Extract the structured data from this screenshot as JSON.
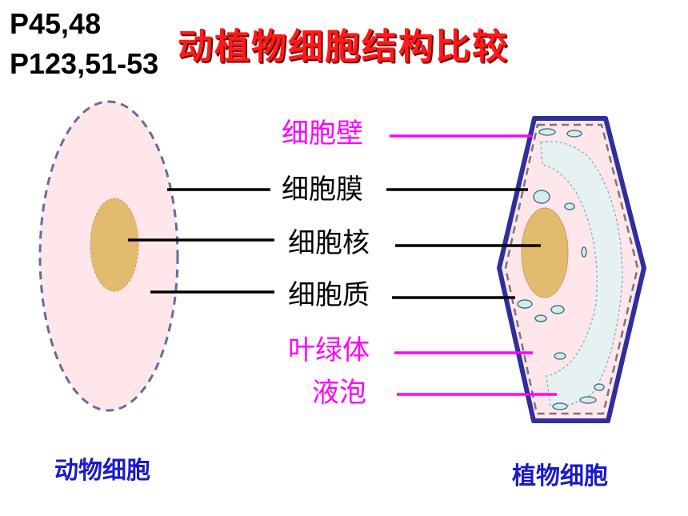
{
  "page_refs": [
    "P45,48",
    "P123,51-53"
  ],
  "title": "动植物细胞结构比较",
  "labels": {
    "cell_wall": "细胞壁",
    "cell_membrane": "细胞膜",
    "nucleus": "细胞核",
    "cytoplasm": "细胞质",
    "chloroplast": "叶绿体",
    "vacuole": "液泡"
  },
  "captions": {
    "animal_cell": "动物细胞",
    "plant_cell": "植物细胞"
  },
  "colors": {
    "title": "#ff1a1a",
    "plant_only_labels": "#ff00ff",
    "shared_labels": "#000000",
    "captions": "#1a1ac8",
    "cytoplasm_fill": "#ffe6ea",
    "nucleus_fill": "#e2bb6e",
    "vacuole_fill": "#e6f2f2",
    "plant_wall": "#2e2e9c"
  }
}
